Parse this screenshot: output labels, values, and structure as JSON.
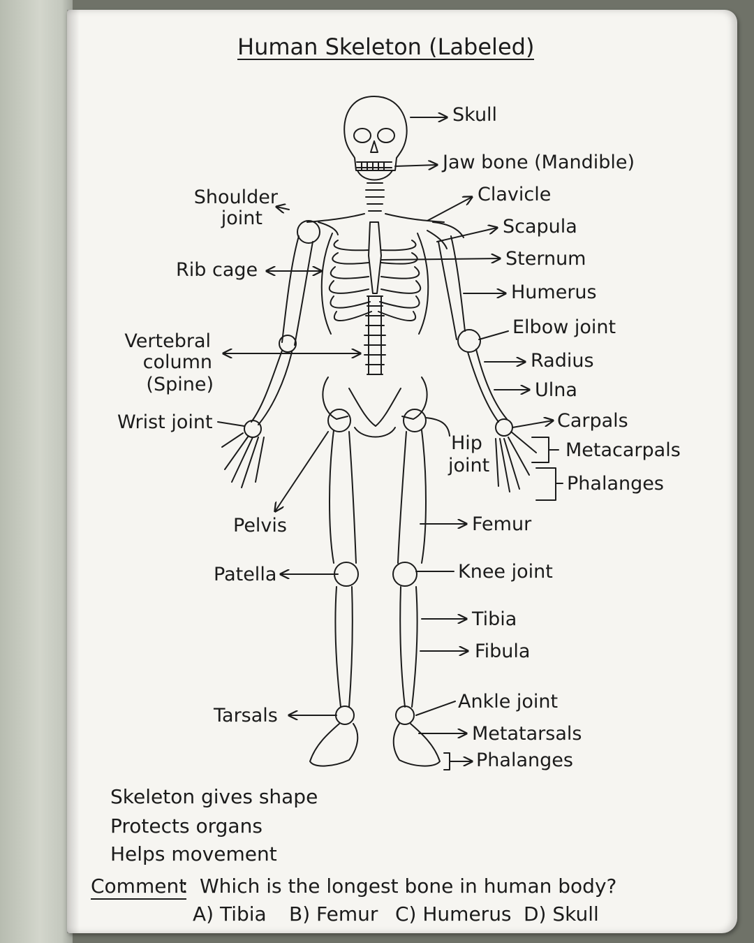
{
  "title": "Human Skeleton (Labeled)",
  "labels_right": {
    "skull": "Skull",
    "jaw_bone": "Jaw bone (Mandible)",
    "clavicle": "Clavicle",
    "scapula": "Scapula",
    "sternum": "Sternum",
    "humerus": "Humerus",
    "elbow_joint": "Elbow joint",
    "radius": "Radius",
    "ulna": "Ulna",
    "carpals": "Carpals",
    "metacarpals": "Metacarpals",
    "hand_phalanges": "Phalanges",
    "hip_joint_line1": "Hip",
    "hip_joint_line2": "joint",
    "femur": "Femur",
    "knee_joint": "Knee joint",
    "tibia": "Tibia",
    "fibula": "Fibula",
    "ankle_joint": "Ankle joint",
    "metatarsals": "Metatarsals",
    "foot_phalanges": "Phalanges"
  },
  "labels_left": {
    "shoulder_joint_line1": "Shoulder",
    "shoulder_joint_line2": "joint",
    "rib_cage": "Rib cage",
    "vertebral_line1": "Vertebral",
    "vertebral_line2": "column",
    "vertebral_line3": "(Spine)",
    "wrist_joint": "Wrist joint",
    "pelvis": "Pelvis",
    "patella": "Patella",
    "tarsals": "Tarsals"
  },
  "notes": [
    "Skeleton gives shape",
    "Protects organs",
    "Helps movement"
  ],
  "comment": {
    "label": "Comment",
    "separator": ":",
    "question": "Which is the longest bone in human body?",
    "options": [
      "A) Tibia",
      "B) Femur",
      "C) Humerus",
      "D) Skull"
    ]
  },
  "colors": {
    "ink": "#1b1b1b",
    "paper": "#f6f5f1"
  }
}
